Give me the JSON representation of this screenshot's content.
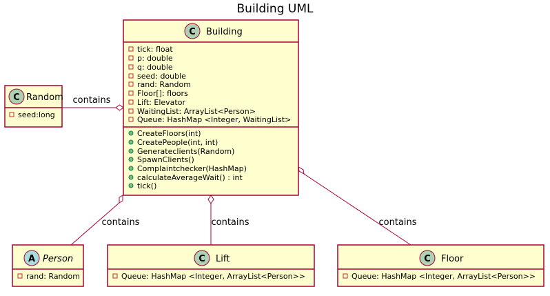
{
  "title": "Building UML",
  "colors": {
    "class_fill": "#FEFECE",
    "border": "#A80036",
    "class_badge": "#ADD1B2",
    "abstract_badge": "#A9DCDF",
    "private_marker": "#C82930",
    "public_marker": "#84BE84"
  },
  "classes": {
    "building": {
      "badge": "C",
      "name": "Building",
      "fields": [
        "tick: float",
        "p: double",
        "q: double",
        "seed: double",
        "rand: Random",
        "Floor[]: floors",
        "Lift: Elevator",
        "WaitingList: ArrayList<Person>",
        "Queue: HashMap <Integer, WaitingList>"
      ],
      "methods": [
        "CreateFloors(int)",
        "CreatePeople(int, int)",
        "Generateclients(Random)",
        "SpawnClients()",
        "Complaintchecker(HashMap)",
        "calculateAverageWait() : int",
        "tick()"
      ]
    },
    "random": {
      "badge": "C",
      "name": "Random",
      "fields": [
        "seed:long"
      ]
    },
    "person": {
      "badge": "A",
      "name": "Person",
      "fields": [
        "rand: Random"
      ]
    },
    "lift": {
      "badge": "C",
      "name": "Lift",
      "fields": [
        "Queue: HashMap <Integer, ArrayList<Person>>"
      ]
    },
    "floor": {
      "badge": "C",
      "name": "Floor",
      "fields": [
        "Queue: HashMap <Integer, ArrayList<Person>>"
      ]
    }
  },
  "relations": [
    {
      "from": "building",
      "to": "random",
      "label": "contains"
    },
    {
      "from": "building",
      "to": "person",
      "label": "contains"
    },
    {
      "from": "building",
      "to": "lift",
      "label": "contains"
    },
    {
      "from": "building",
      "to": "floor",
      "label": "contains"
    }
  ]
}
